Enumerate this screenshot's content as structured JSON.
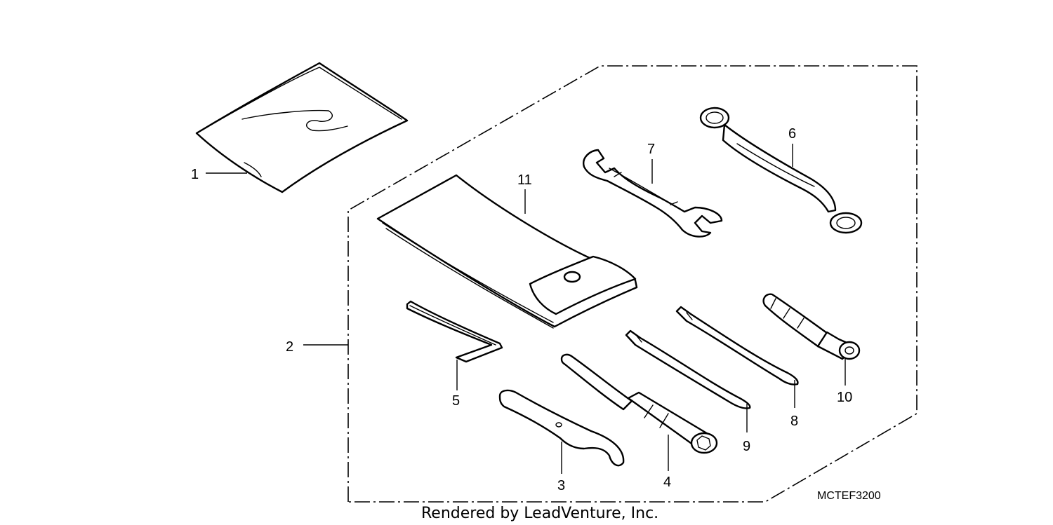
{
  "diagram": {
    "callouts": {
      "c1": "1",
      "c2": "2",
      "c3": "3",
      "c4": "4",
      "c5": "5",
      "c6": "6",
      "c7": "7",
      "c8": "8",
      "c9": "9",
      "c10": "10",
      "c11": "11"
    },
    "diagram_code": "MCTEF3200",
    "credit": "Rendered by LeadVenture, Inc."
  }
}
